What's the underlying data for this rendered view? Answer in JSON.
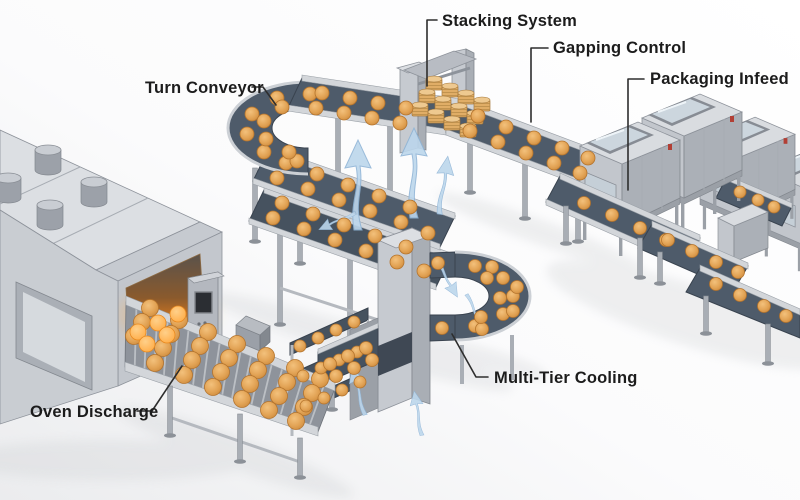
{
  "annotations": [
    {
      "id": "stacking-system",
      "text": "Stacking System"
    },
    {
      "id": "gapping-control",
      "text": "Gapping Control"
    },
    {
      "id": "packaging-infeed",
      "text": "Packaging Infeed"
    },
    {
      "id": "turn-conveyor",
      "text": "Turn Conveyor"
    },
    {
      "id": "multi-tier-cooling",
      "text": "Multi-Tier Cooling"
    },
    {
      "id": "oven-discharge",
      "text": "Oven Discharge"
    }
  ],
  "colors": {
    "background": "#ffffff",
    "label_text": "#1c1c1c",
    "leader_line": "#2e2e2e",
    "belt": "#4e5b6a",
    "cookie": "#e2a355",
    "cookie_edge": "#b5742c",
    "machine_light": "#dcdfe3",
    "machine_mid": "#c6cad0",
    "machine_dark": "#a9aeb5",
    "oven_glow": "#ff9d33",
    "airflow": "#bcd6ec",
    "biscuit_stack": "#e0ad66"
  }
}
